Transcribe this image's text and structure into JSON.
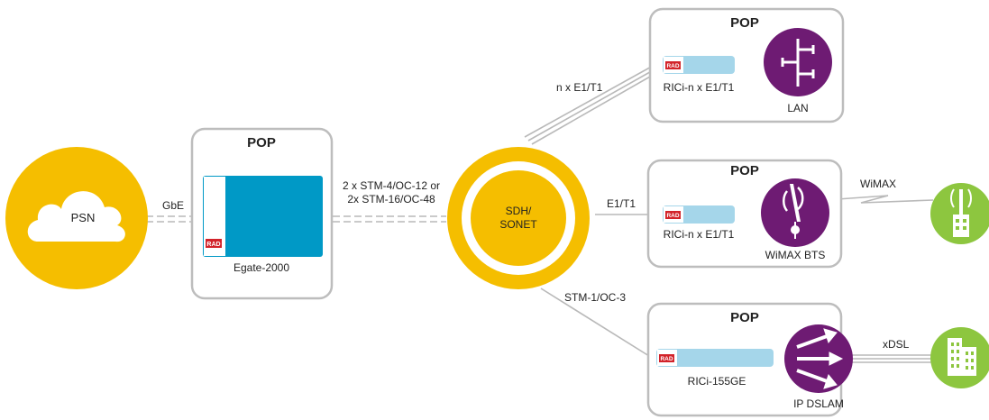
{
  "colors": {
    "accent_yellow": "#F5BE00",
    "purple": "#6E1B73",
    "green": "#8DC63F",
    "blue": "#0099C6",
    "light_blue": "#A5D6EA",
    "box_border": "#BDBDBD",
    "line": "#B9B9B9",
    "rad_red": "#D2232A"
  },
  "psn": {
    "label": "PSN"
  },
  "egate": {
    "pop_title": "POP",
    "device_name": "Egate-2000",
    "rad_logo": "RAD"
  },
  "links": {
    "gbe": "GbE",
    "stm_line1": "2 x STM-4/OC-12 or",
    "stm_line2": "2x STM-16/OC-48",
    "ne1": "n x E1/T1",
    "e1": "E1/T1",
    "stm1": "STM-1/OC-3",
    "wimax": "WiMAX",
    "xdsl": "xDSL"
  },
  "core": {
    "line1": "SDH/",
    "line2": "SONET"
  },
  "pop_top": {
    "title": "POP",
    "device_name": "RICi-n x E1/T1",
    "rad_logo": "RAD",
    "target": "LAN",
    "target_icon": "lan-switch-icon"
  },
  "pop_mid": {
    "title": "POP",
    "device_name": "RICi-n x E1/T1",
    "rad_logo": "RAD",
    "target": "WiMAX BTS",
    "target_icon": "wimax-bts-icon"
  },
  "pop_bot": {
    "title": "POP",
    "device_name": "RICi-155GE",
    "rad_logo": "RAD",
    "target": "IP DSLAM",
    "target_icon": "dslam-router-icon"
  },
  "endpoints": {
    "wimax_icon": "wimax-tower-icon",
    "building_icon": "building-icon"
  }
}
